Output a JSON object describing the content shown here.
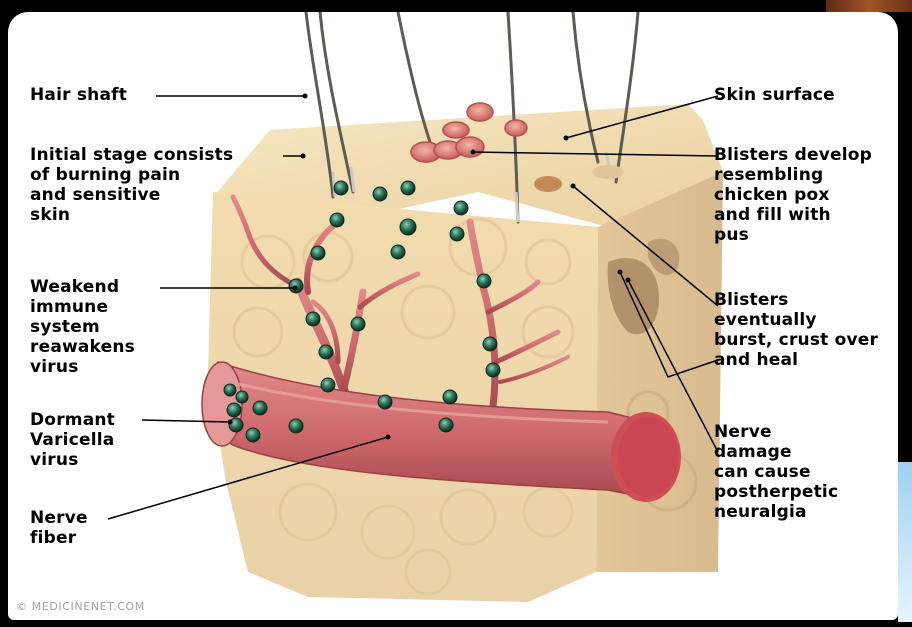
{
  "labels": {
    "hair_shaft": "Hair shaft",
    "initial_stage": "Initial stage consists\nof burning pain\nand sensitive\nskin",
    "weakend_immune": "Weakend\nimmune\nsystem\nreawakens\nvirus",
    "dormant_varicella": "Dormant\nVaricella\nvirus",
    "nerve_fiber": "Nerve\nfiber",
    "skin_surface": "Skin surface",
    "blisters_develop": "Blisters develop\nresembling\nchicken pox\nand fill with\npus",
    "blisters_burst": "Blisters\neventually\nburst, crust over\nand heal",
    "nerve_damage": "Nerve\ndamage\ncan cause\npostherpetic\nneuralgia"
  },
  "copyright": "© MEDICINENET.COM",
  "colors": {
    "skin": "#f1ddb2",
    "nerve": "#cf6b6e",
    "virus": "#2f7a5e",
    "background": "#ffffff"
  }
}
